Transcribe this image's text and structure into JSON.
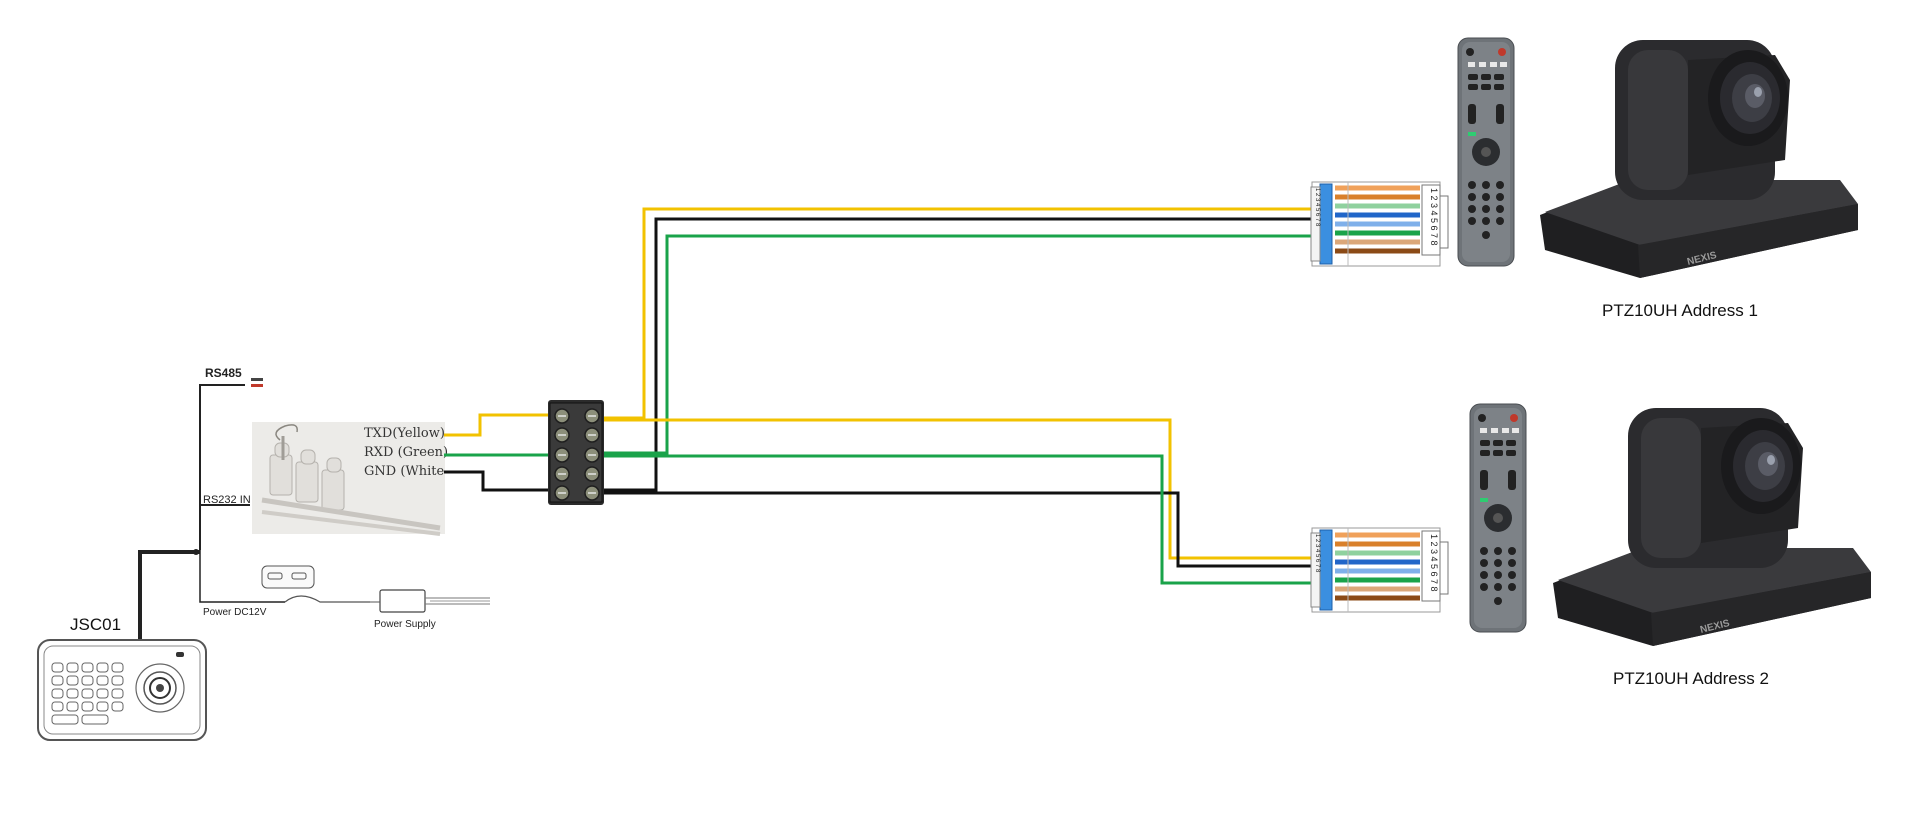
{
  "labels": {
    "rs485": "RS485",
    "rs232_in": "RS232 IN",
    "power_dc": "Power DC12V",
    "power_supply": "Power Supply",
    "controller": "JSC01",
    "txd": "TXD(Yellow)",
    "rxd": "RXD (Green)",
    "gnd": "GND (White",
    "camera1": "PTZ10UH Address 1",
    "camera2": "PTZ10UH Address 2",
    "brand": "NEXIS",
    "pin_numbers": "1 2 3 4 5 6 7 8",
    "pin_side": "1 2 3 4 5 6 7 8"
  },
  "colors": {
    "yellow": "#f2c200",
    "green": "#1aa34a",
    "black": "#111111",
    "camera_body": "#2a2a2c",
    "remote_body": "#6e7378"
  },
  "icons": {
    "controller": "keyboard-joystick-controller-icon",
    "remote": "ir-remote-control-icon",
    "camera": "ptz-camera-icon",
    "terminal_block": "terminal-block-icon",
    "rj45": "rj45-connector-icon",
    "power_adapter": "power-adapter-icon"
  }
}
